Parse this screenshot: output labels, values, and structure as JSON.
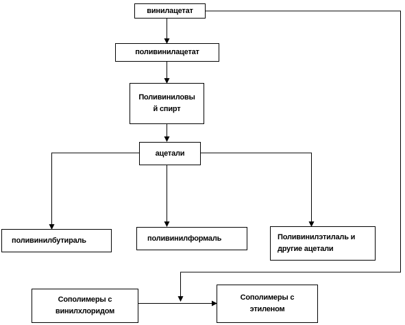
{
  "nodes": {
    "vinylacetate": "винилацетат",
    "polyvinylacetate": "поливинилацетат",
    "pva_alcohol": [
      "Поливиниловы",
      "й спирт"
    ],
    "acetals": "ацетали",
    "polyvinylbutyral": "поливинилбутираль",
    "polyvinylformal": "поливинилформаль",
    "polyvinylethylal": [
      "Поливинилэтилаль и",
      "другие ацетали"
    ],
    "copolymers_vinylchloride": [
      "Сополимеры с",
      "винилхлоридом"
    ],
    "copolymers_ethylene": [
      "Сополимеры с",
      "этиленом"
    ]
  },
  "colors": {
    "stroke": "#000000",
    "fill": "#ffffff",
    "text": "#000000"
  }
}
